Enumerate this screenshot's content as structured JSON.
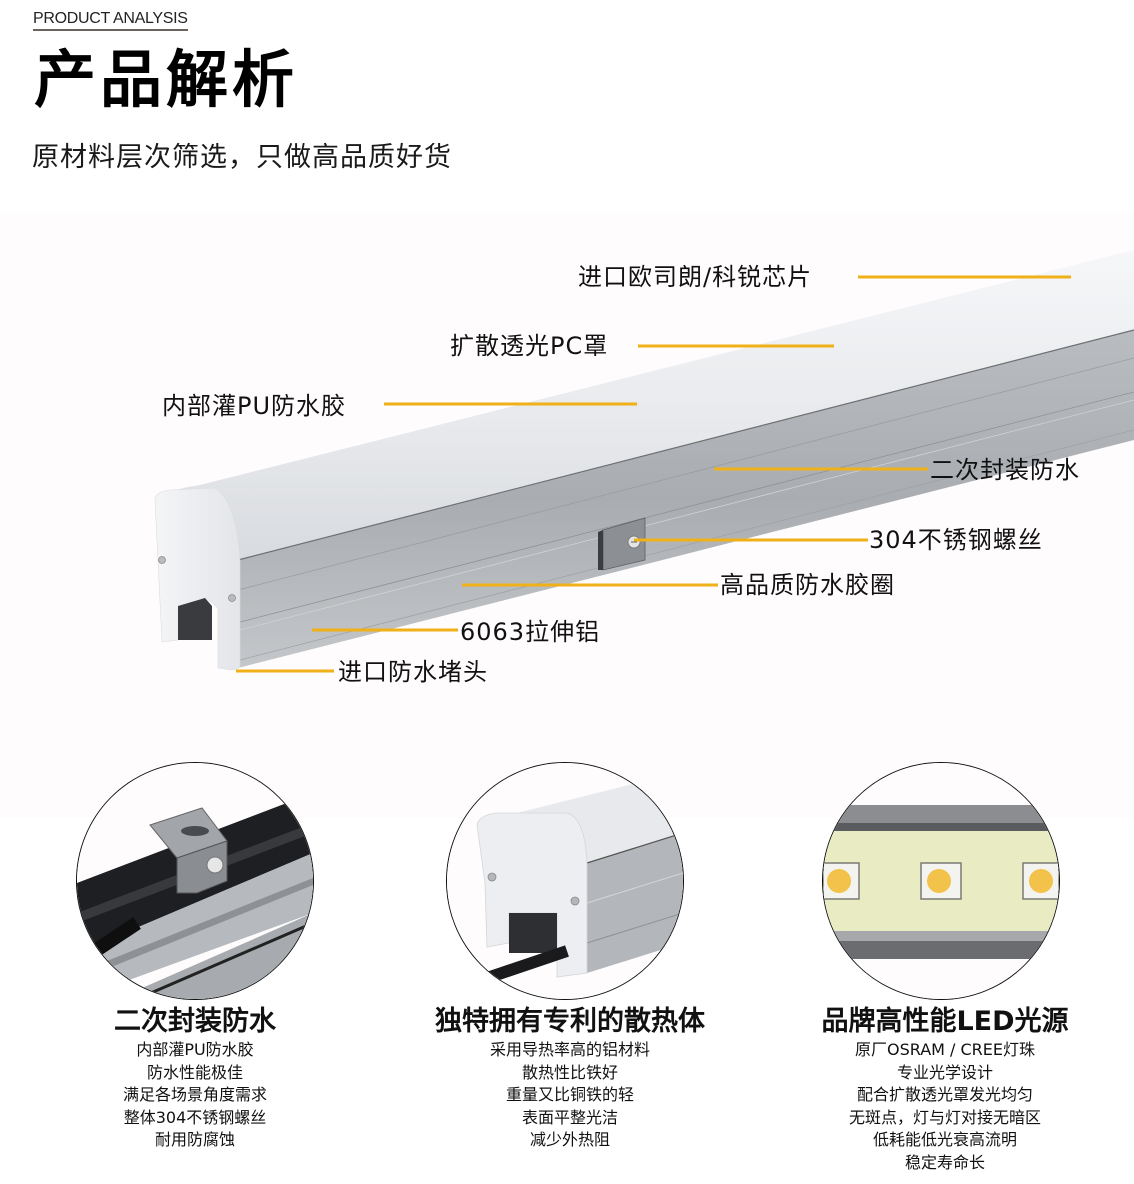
{
  "header": {
    "kicker": "PRODUCT ANALYSIS",
    "title": "产品解析",
    "subtitle": "原材料层次筛选，只做高品质好货"
  },
  "colors": {
    "leader_line": "#f0b018",
    "band_background": "#fefcfc",
    "text": "#111111"
  },
  "product_diagram": {
    "image": "led-linear-light-bar",
    "callouts": [
      {
        "id": "chip",
        "label": "进口欧司朗/科锐芯片"
      },
      {
        "id": "pc-cover",
        "label": "扩散透光PC罩"
      },
      {
        "id": "pu-glue",
        "label": "内部灌PU防水胶"
      },
      {
        "id": "double-seal",
        "label": "二次封装防水"
      },
      {
        "id": "screw",
        "label": "304不锈钢螺丝"
      },
      {
        "id": "gasket",
        "label": "高品质防水胶圈"
      },
      {
        "id": "aluminum",
        "label": "6063拉伸铝"
      },
      {
        "id": "end-cap",
        "label": "进口防水堵头"
      }
    ]
  },
  "features": [
    {
      "image": "mounting-bracket-closeup",
      "title": "二次封装防水",
      "lines": [
        "内部灌PU防水胶",
        "防水性能极佳",
        "满足各场景角度需求",
        "整体304不锈钢螺丝",
        "耐用防腐蚀"
      ]
    },
    {
      "image": "end-cap-heatsink-closeup",
      "title": "独特拥有专利的散热体",
      "lines": [
        "采用导热率高的铝材料",
        "散热性比铁好",
        "重量又比铜铁的轻",
        "表面平整光洁",
        "减少外热阻"
      ]
    },
    {
      "image": "led-chip-closeup",
      "title": "品牌高性能LED光源",
      "lines": [
        "原厂OSRAM / CREE灯珠",
        "专业光学设计",
        "配合扩散透光罩发光均匀",
        "无斑点，灯与灯对接无暗区",
        "低耗能低光衰高流明",
        "稳定寿命长"
      ]
    }
  ]
}
